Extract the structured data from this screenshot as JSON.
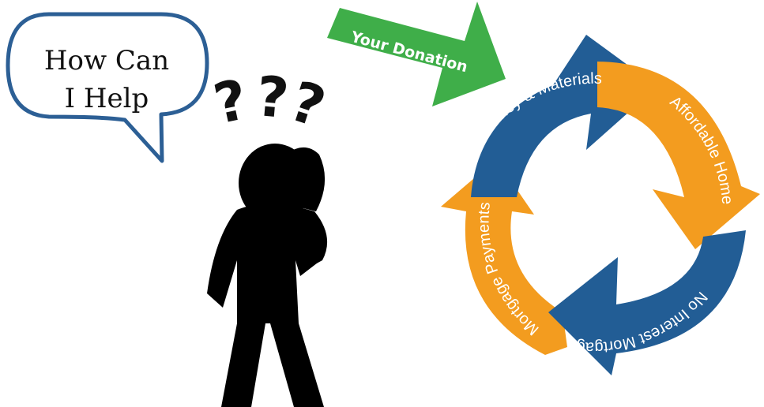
{
  "speech_bubble": {
    "line1": "How Can",
    "line2": "I Help"
  },
  "question_marks": [
    "?",
    "?",
    "?"
  ],
  "donation_arrow": {
    "label": "Your Donation",
    "color": "#3fae49"
  },
  "cycle": {
    "segments": [
      {
        "label": "Money & Materials",
        "color": "#225d95"
      },
      {
        "label": "Affordable Home",
        "color": "#f39c1f"
      },
      {
        "label": "No Interest Mortgage",
        "color": "#225d95"
      },
      {
        "label": "Mortgage Payments",
        "color": "#f39c1f"
      }
    ]
  },
  "person_icon": "thinking-person-icon"
}
